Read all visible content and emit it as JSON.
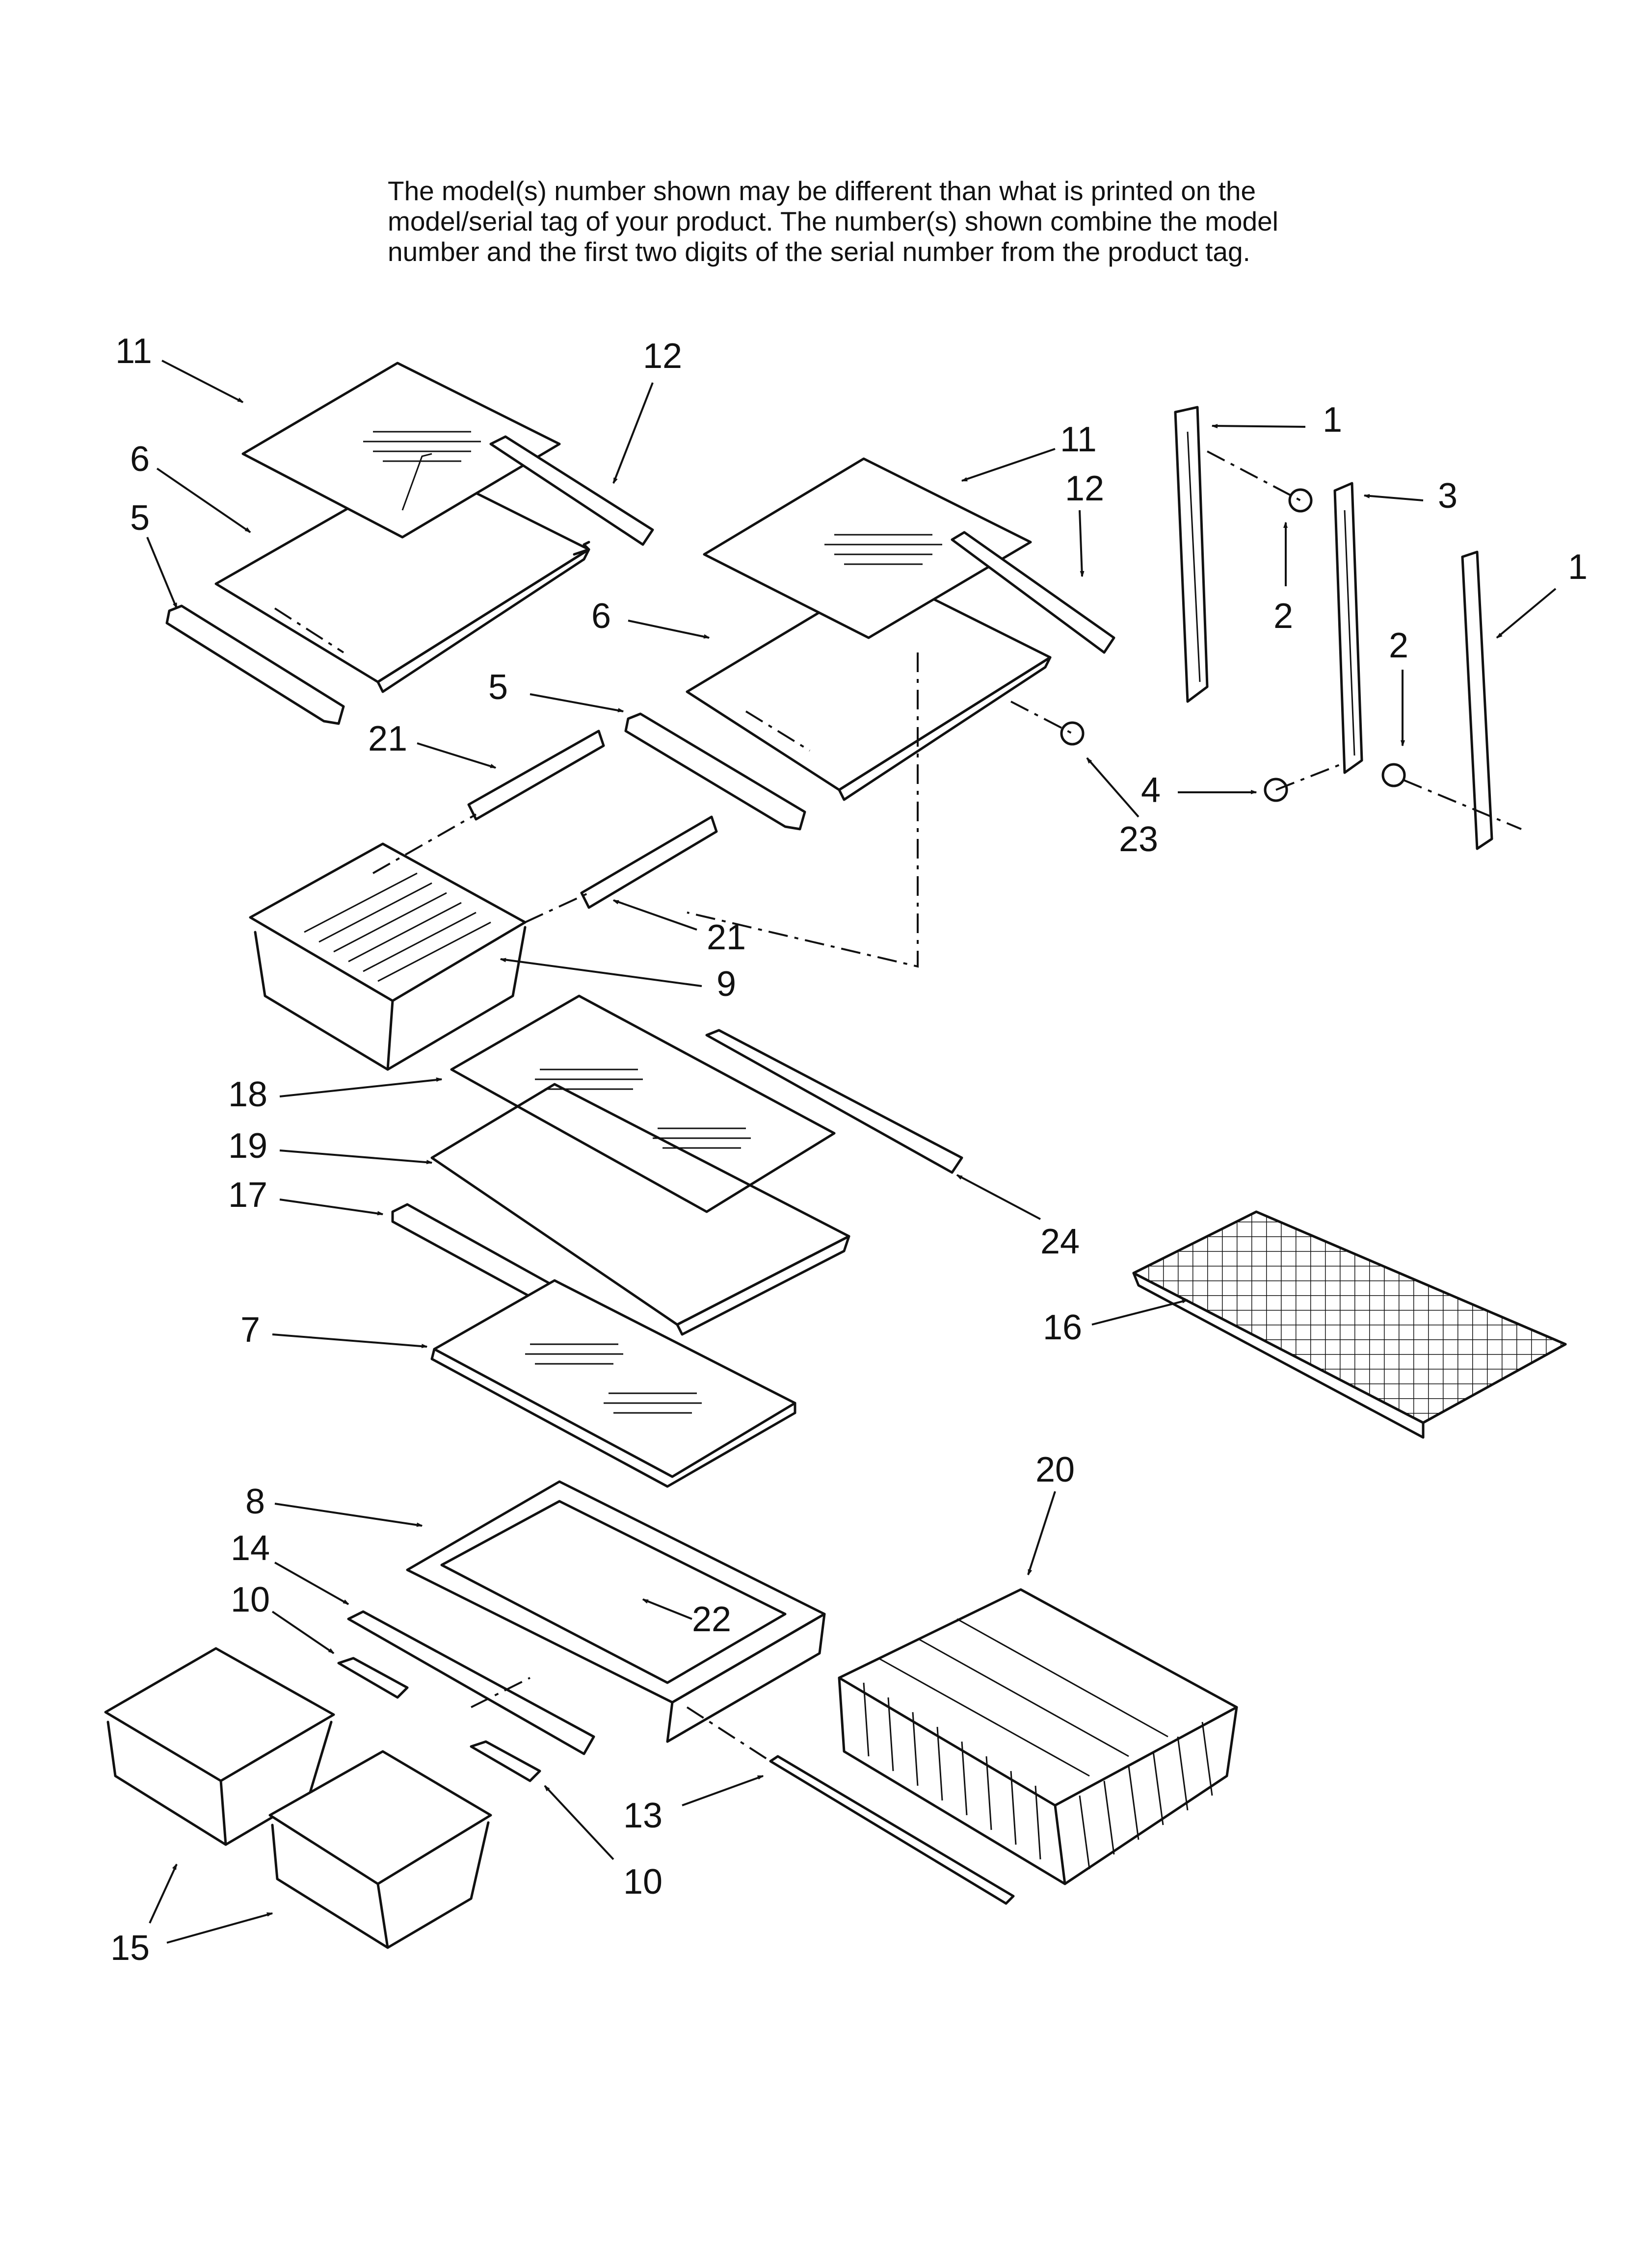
{
  "notice": {
    "line1": "The model(s) number shown may be different than what is printed on the",
    "line2": "model/serial tag of your product. The number(s) shown combine the model",
    "line3": "number and the first two digits of the serial number from the product tag."
  },
  "callouts": {
    "c11a": "11",
    "c6a": "6",
    "c5a": "5",
    "c12a": "12",
    "c11b": "11",
    "c12b": "12",
    "c6b": "6",
    "c5b": "5",
    "c21a": "21",
    "c21b": "21",
    "c9": "9",
    "c1a": "1",
    "c2a": "2",
    "c3": "3",
    "c1b": "1",
    "c2b": "2",
    "c4": "4",
    "c23": "23",
    "c18": "18",
    "c19": "19",
    "c17": "17",
    "c24": "24",
    "c7": "7",
    "c16": "16",
    "c8": "8",
    "c14": "14",
    "c10a": "10",
    "c22": "22",
    "c20": "20",
    "c13": "13",
    "c10b": "10",
    "c15": "15"
  }
}
